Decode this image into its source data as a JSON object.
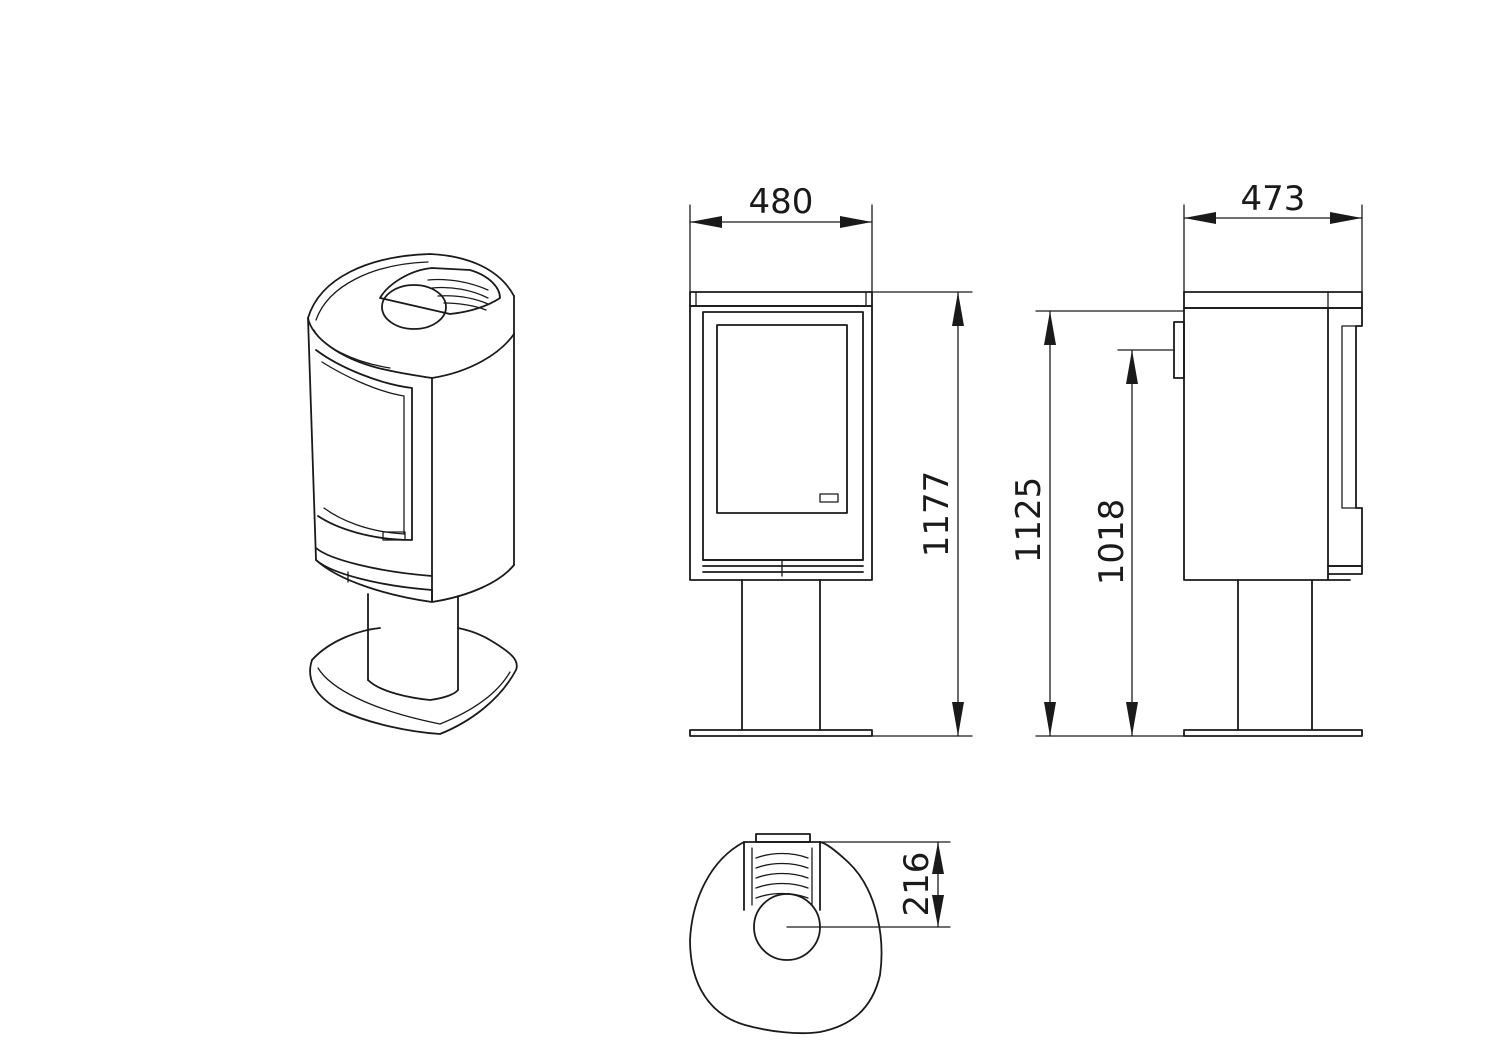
{
  "dimensions": {
    "front_width": "480",
    "side_depth": "473",
    "total_height": "1177",
    "flue_center_height": "1125",
    "rear_outlet_height": "1018",
    "top_flue_offset": "216"
  },
  "colors": {
    "line": "#1a1a1a",
    "background": "#ffffff"
  }
}
